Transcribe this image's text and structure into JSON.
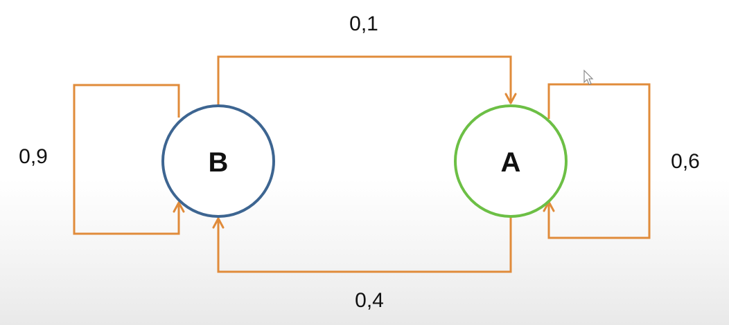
{
  "colors": {
    "edge": "#e08b3a",
    "node_b_border": "#3d6591",
    "node_a_border": "#6cbf45",
    "text": "#111111"
  },
  "nodes": {
    "b": {
      "label": "B"
    },
    "a": {
      "label": "A"
    }
  },
  "edges": {
    "b_to_a": {
      "label": "0,1"
    },
    "a_to_b": {
      "label": "0,4"
    },
    "b_self": {
      "label": "0,9"
    },
    "a_self": {
      "label": "0,6"
    }
  },
  "icons": {
    "cursor": "mouse-cursor-icon"
  }
}
